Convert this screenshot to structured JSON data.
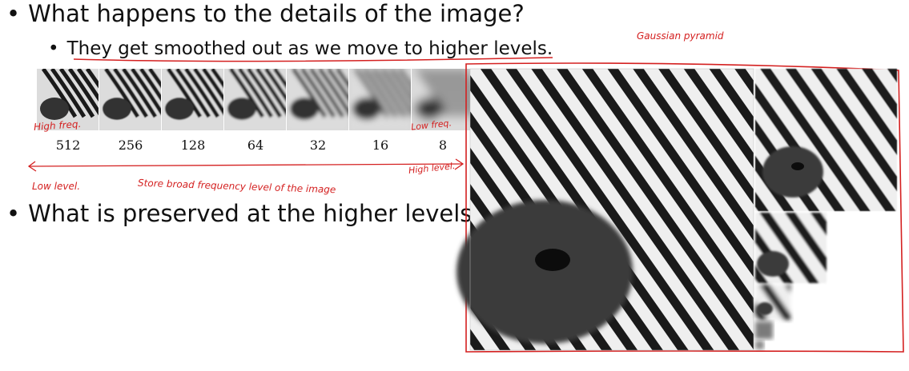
{
  "bullets": {
    "q1": "What happens to the details of the image?",
    "a1": "They get smoothed out as we move to higher levels.",
    "q2": "What is preserved at the higher levels?"
  },
  "resolutions": [
    "512",
    "256",
    "128",
    "64",
    "32",
    "16",
    "8"
  ],
  "annotations": {
    "gaussian_pyramid": "Gaussian pyramid",
    "high_freq": "High freq.",
    "low_freq": "Low freq.",
    "low_level": "Low level.",
    "high_level": "High level.",
    "store_note": "Store broad frequency level of the image"
  },
  "colors": {
    "ink": "#d42020",
    "text": "#111111"
  }
}
